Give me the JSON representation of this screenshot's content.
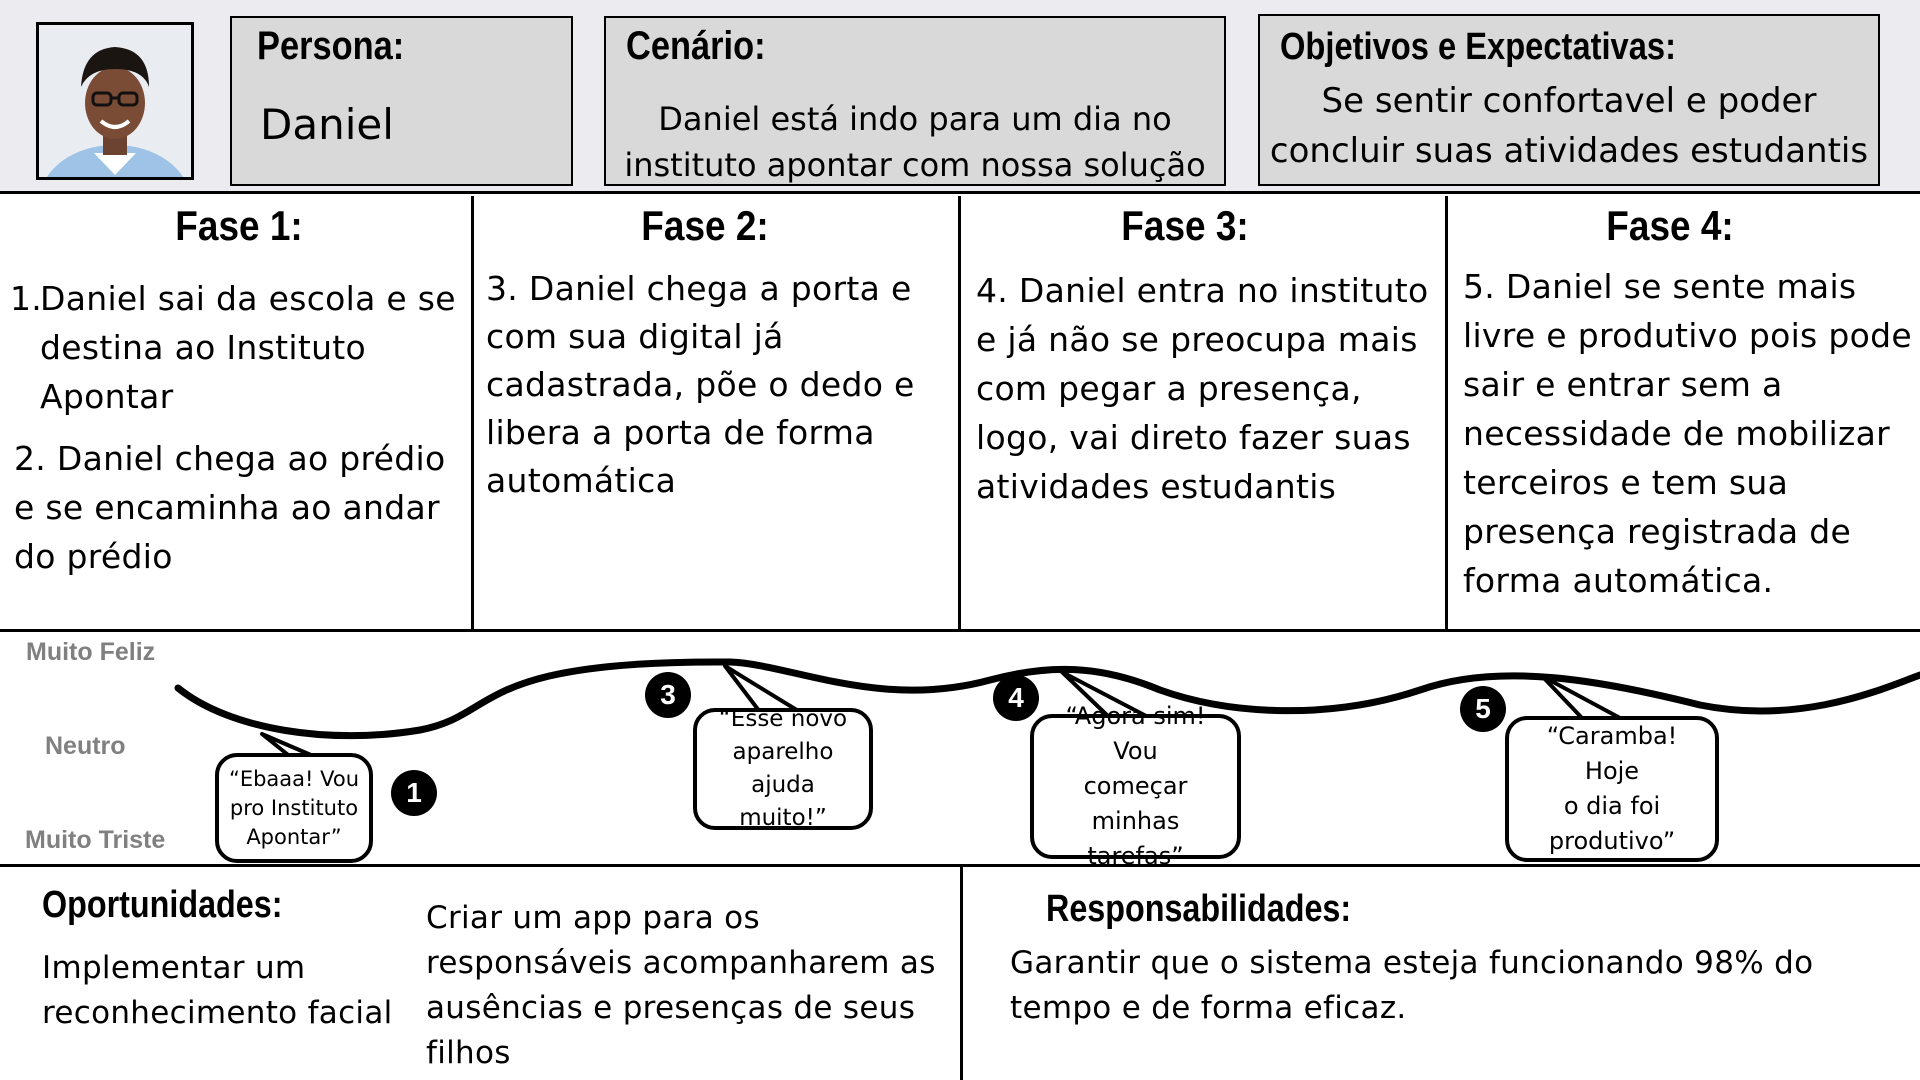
{
  "header": {
    "persona": {
      "title": "Persona:",
      "value": "Daniel"
    },
    "scenario": {
      "title": "Cenário:",
      "line1": "Daniel  está indo para um dia no",
      "line2": "instituto apontar com nossa solução"
    },
    "goals": {
      "title": "Objetivos e Expectativas:",
      "line1": "Se sentir confortavel e poder",
      "line2": "concluir suas atividades estudantis"
    }
  },
  "phases": [
    {
      "title": "Fase 1:"
    },
    {
      "title": "Fase 2:",
      "lines": [
        "3. Daniel chega a porta e",
        "com sua digital já",
        "cadastrada, põe o dedo e",
        "libera a porta de forma",
        "automática"
      ]
    },
    {
      "title": "Fase 3:",
      "lines": [
        "4. Daniel entra no instituto",
        "e já não se preocupa mais",
        "com pegar a presença,",
        "logo, vai direto fazer suas",
        "atividades estudantis"
      ]
    },
    {
      "title": "Fase 4:",
      "lines": [
        "5. Daniel se sente mais",
        "livre e produtivo pois pode",
        "sair e entrar sem a",
        "necessidade de mobilizar",
        "terceiros e tem sua",
        "presença registrada de",
        "forma automática."
      ]
    }
  ],
  "phase1": {
    "item1_number": "1.",
    "item1_lines": [
      "Daniel sai da escola e se",
      "destina ao Instituto",
      "Apontar"
    ],
    "item2_lines": [
      "2. Daniel chega ao prédio",
      "e se encaminha ao andar",
      "do prédio"
    ]
  },
  "emotion_scale": {
    "top": "Muito Feliz",
    "middle": "Neutro",
    "bottom": "Muito Triste"
  },
  "touchpoints": [
    {
      "number": "1",
      "lines": [
        "“Ebaaa! Vou",
        "pro Instituto",
        "Apontar”"
      ]
    },
    {
      "number": "3",
      "lines": [
        "“Esse novo",
        "aparelho",
        "ajuda muito!”"
      ]
    },
    {
      "number": "4",
      "lines": [
        "“Agora sim! Vou",
        "começar",
        "minhas tarefas”"
      ]
    },
    {
      "number": "5",
      "lines": [
        "“Caramba!  Hoje",
        "o dia foi",
        "produtivo”"
      ]
    }
  ],
  "opportunities": {
    "title": "Oportunidades:",
    "col1": [
      "Implementar um",
      "reconhecimento facial"
    ],
    "col2": [
      "Criar um app para os",
      "responsáveis acompanharem as",
      "ausências e presenças de seus",
      "filhos"
    ]
  },
  "responsibilities": {
    "title": "Responsabilidades:",
    "lines": [
      "Garantir que o sistema esteja funcionando 98% do",
      "tempo e de forma eficaz."
    ]
  },
  "colors": {
    "header_band": "#ebebf0",
    "box_fill": "#d9d9d9",
    "label_gray": "#808080",
    "line": "#000000"
  }
}
